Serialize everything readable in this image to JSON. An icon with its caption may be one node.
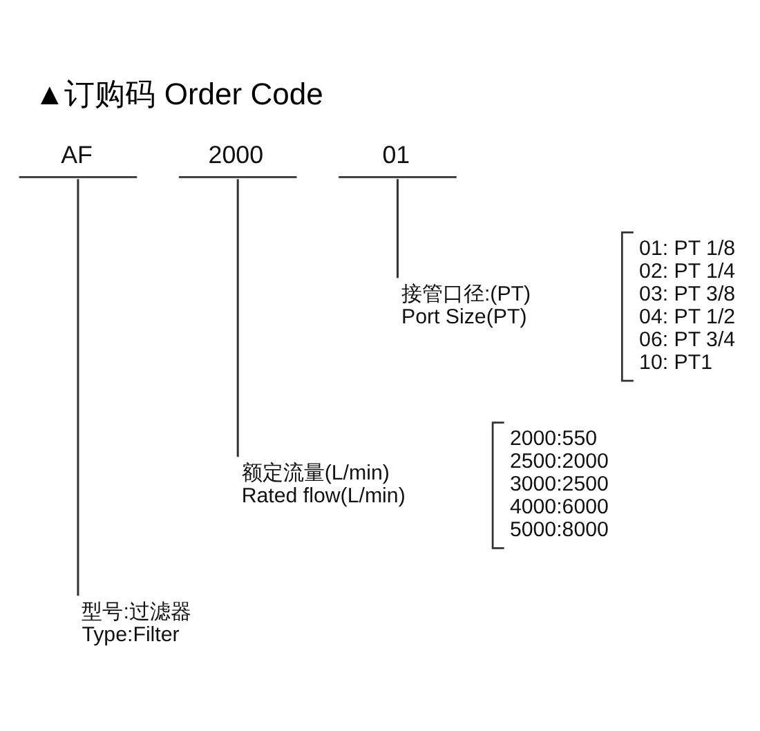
{
  "diagram": {
    "title": "▲订购码 Order Code",
    "nodes": [
      {
        "text": [
          "AF"
        ]
      },
      {
        "text": [
          "2000"
        ]
      },
      {
        "text": [
          "01"
        ]
      },
      {
        "text": [
          "接管口径:(PT)",
          "Port Size(PT)"
        ],
        "beside": [
          "01: PT 1/8",
          "02: PT 1/4",
          "03: PT 3/8",
          "04: PT 1/2",
          "06: PT 3/4",
          "10: PT1"
        ]
      },
      {
        "text": [
          "额定流量(L/min)",
          "Rated flow(L/min)"
        ],
        "beside": [
          "2000:550",
          "2500:2000",
          "3000:2500",
          "4000:6000",
          "5000:8000"
        ]
      },
      {
        "text": [
          "型号:过滤器",
          "Type:Filter"
        ]
      }
    ],
    "edges": [
      {
        "from": 2,
        "to": 3,
        "arrow": "none"
      },
      {
        "from": 1,
        "to": 4,
        "arrow": "none"
      },
      {
        "from": 0,
        "to": 5,
        "arrow": "none"
      }
    ]
  }
}
